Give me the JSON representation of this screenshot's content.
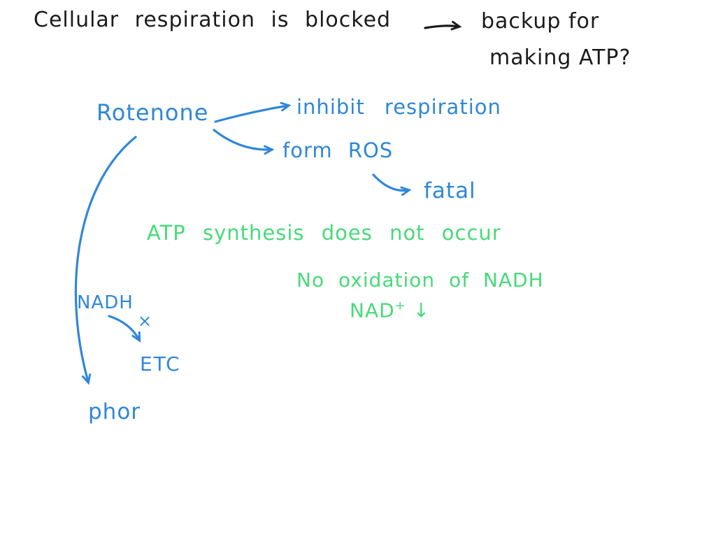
{
  "colors": {
    "ink": "#1b1b1b",
    "blue": "#2f87d8",
    "green": "#47da78"
  },
  "heading": {
    "line1": "Cellular respiration is blocked",
    "backup": "backup for",
    "line2": "making ATP?"
  },
  "rotenone": {
    "label": "Rotenone",
    "branch_inhibit": "inhibit respiration",
    "branch_ros": "form ROS",
    "ros_result": "fatal"
  },
  "green_notes": {
    "atp": "ATP synthesis does not occur",
    "oxidation": "No oxidation of NADH",
    "nad_label": "NAD",
    "nad_sup": "+",
    "down_arrow": "↓"
  },
  "nadh_branch": {
    "nadh": "NADH",
    "cross": "×",
    "etc": "ETC",
    "target": "phor"
  }
}
